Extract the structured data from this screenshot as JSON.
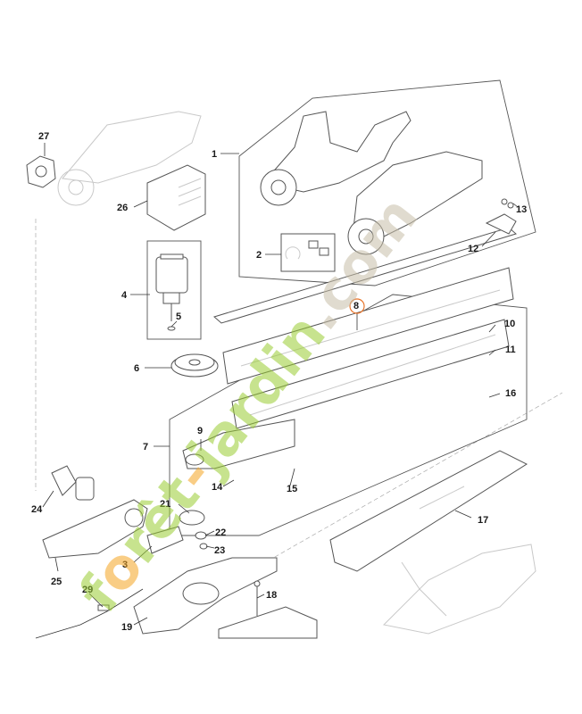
{
  "watermark": {
    "text_parts": [
      {
        "text": "f",
        "color": "#9acd32"
      },
      {
        "text": "o",
        "color": "#f5a623"
      },
      {
        "text": "rêt",
        "color": "#9acd32"
      },
      {
        "text": "-",
        "color": "#f5a623"
      },
      {
        "text": "jardin",
        "color": "#9acd32"
      },
      {
        "text": ".com",
        "color": "#c8bfa8"
      }
    ]
  },
  "callouts": [
    "1",
    "2",
    "3",
    "4",
    "5",
    "6",
    "7",
    "8",
    "9",
    "10",
    "11",
    "12",
    "13",
    "14",
    "15",
    "16",
    "17",
    "18",
    "19",
    "21",
    "22",
    "23",
    "24",
    "25",
    "26",
    "27",
    "29"
  ],
  "highlight_callout": "8",
  "colors": {
    "line": "#555555",
    "ghost": "#c9c9c9",
    "highlight": "#e8742a",
    "text": "#1a1a1a"
  }
}
